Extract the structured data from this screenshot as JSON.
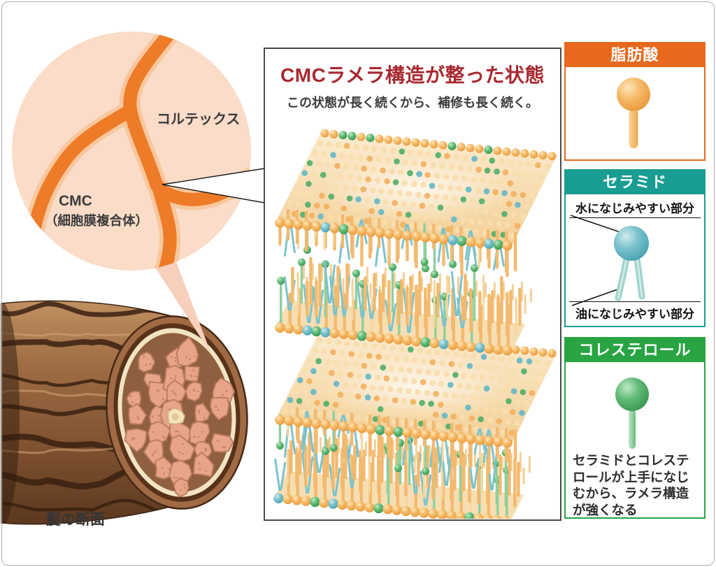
{
  "figure": {
    "inset": {
      "label_cortex": "コルテックス",
      "label_cmc": "CMC",
      "label_cmc_sub": "（細胞膜複合体）"
    },
    "hair_caption": "髪の断面",
    "panel": {
      "title": "CMCラメラ構造が整った状態",
      "subtitle": "この状態が長く続くから、補修も長く続く。"
    },
    "legend": [
      {
        "id": "fatty-acid",
        "title": "脂肪酸",
        "color": "#e8681c",
        "icon": "fatty-acid-molecule"
      },
      {
        "id": "ceramide",
        "title": "セラミド",
        "color": "#199d92",
        "icon": "ceramide-molecule",
        "label_top": "水になじみやすい部分",
        "label_bottom": "油になじみやすい部分"
      },
      {
        "id": "cholesterol",
        "title": "コレステロール",
        "color": "#28a442",
        "icon": "cholesterol-molecule",
        "note": "セラミドとコレステロールが上手になじむから、ラメラ構造が強くなる"
      }
    ],
    "palette": {
      "title_red": "#a8292f",
      "inset_bg": "#fadcc8",
      "band_orange": "#ee7b28",
      "band_edge": "#f8c79d",
      "wedge_pink": "#f7cfbc",
      "head_orange": "#f2ae58",
      "head_green": "#4cab62",
      "head_teal": "#63b5c5",
      "sheet_cream": "#fbe6c3"
    }
  }
}
